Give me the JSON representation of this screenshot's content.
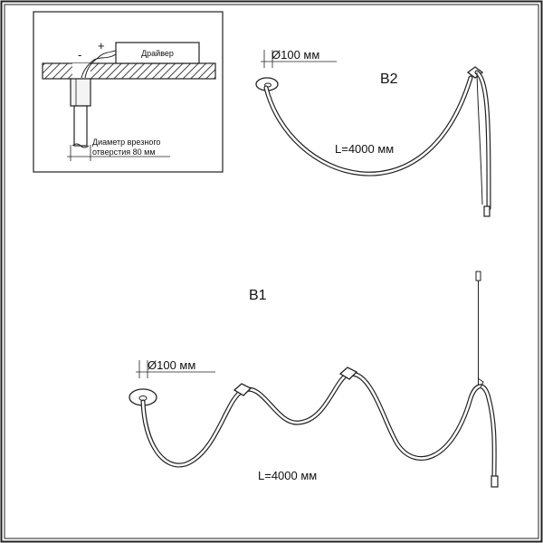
{
  "inset": {
    "minus_sign": "-",
    "plus_sign": "+",
    "driver_label": "Драйвер",
    "hole_label_line1": "Диаметр врезного",
    "hole_label_line2": "отверстия 80 мм"
  },
  "variant_b2": {
    "name": "B2",
    "diameter_label": "Ø100 мм",
    "length_label": "L=4000 мм"
  },
  "variant_b1": {
    "name": "B1",
    "diameter_label": "Ø100 мм",
    "length_label": "L=4000 мм"
  },
  "colors": {
    "stroke": "#222222",
    "hatch": "#555555"
  }
}
